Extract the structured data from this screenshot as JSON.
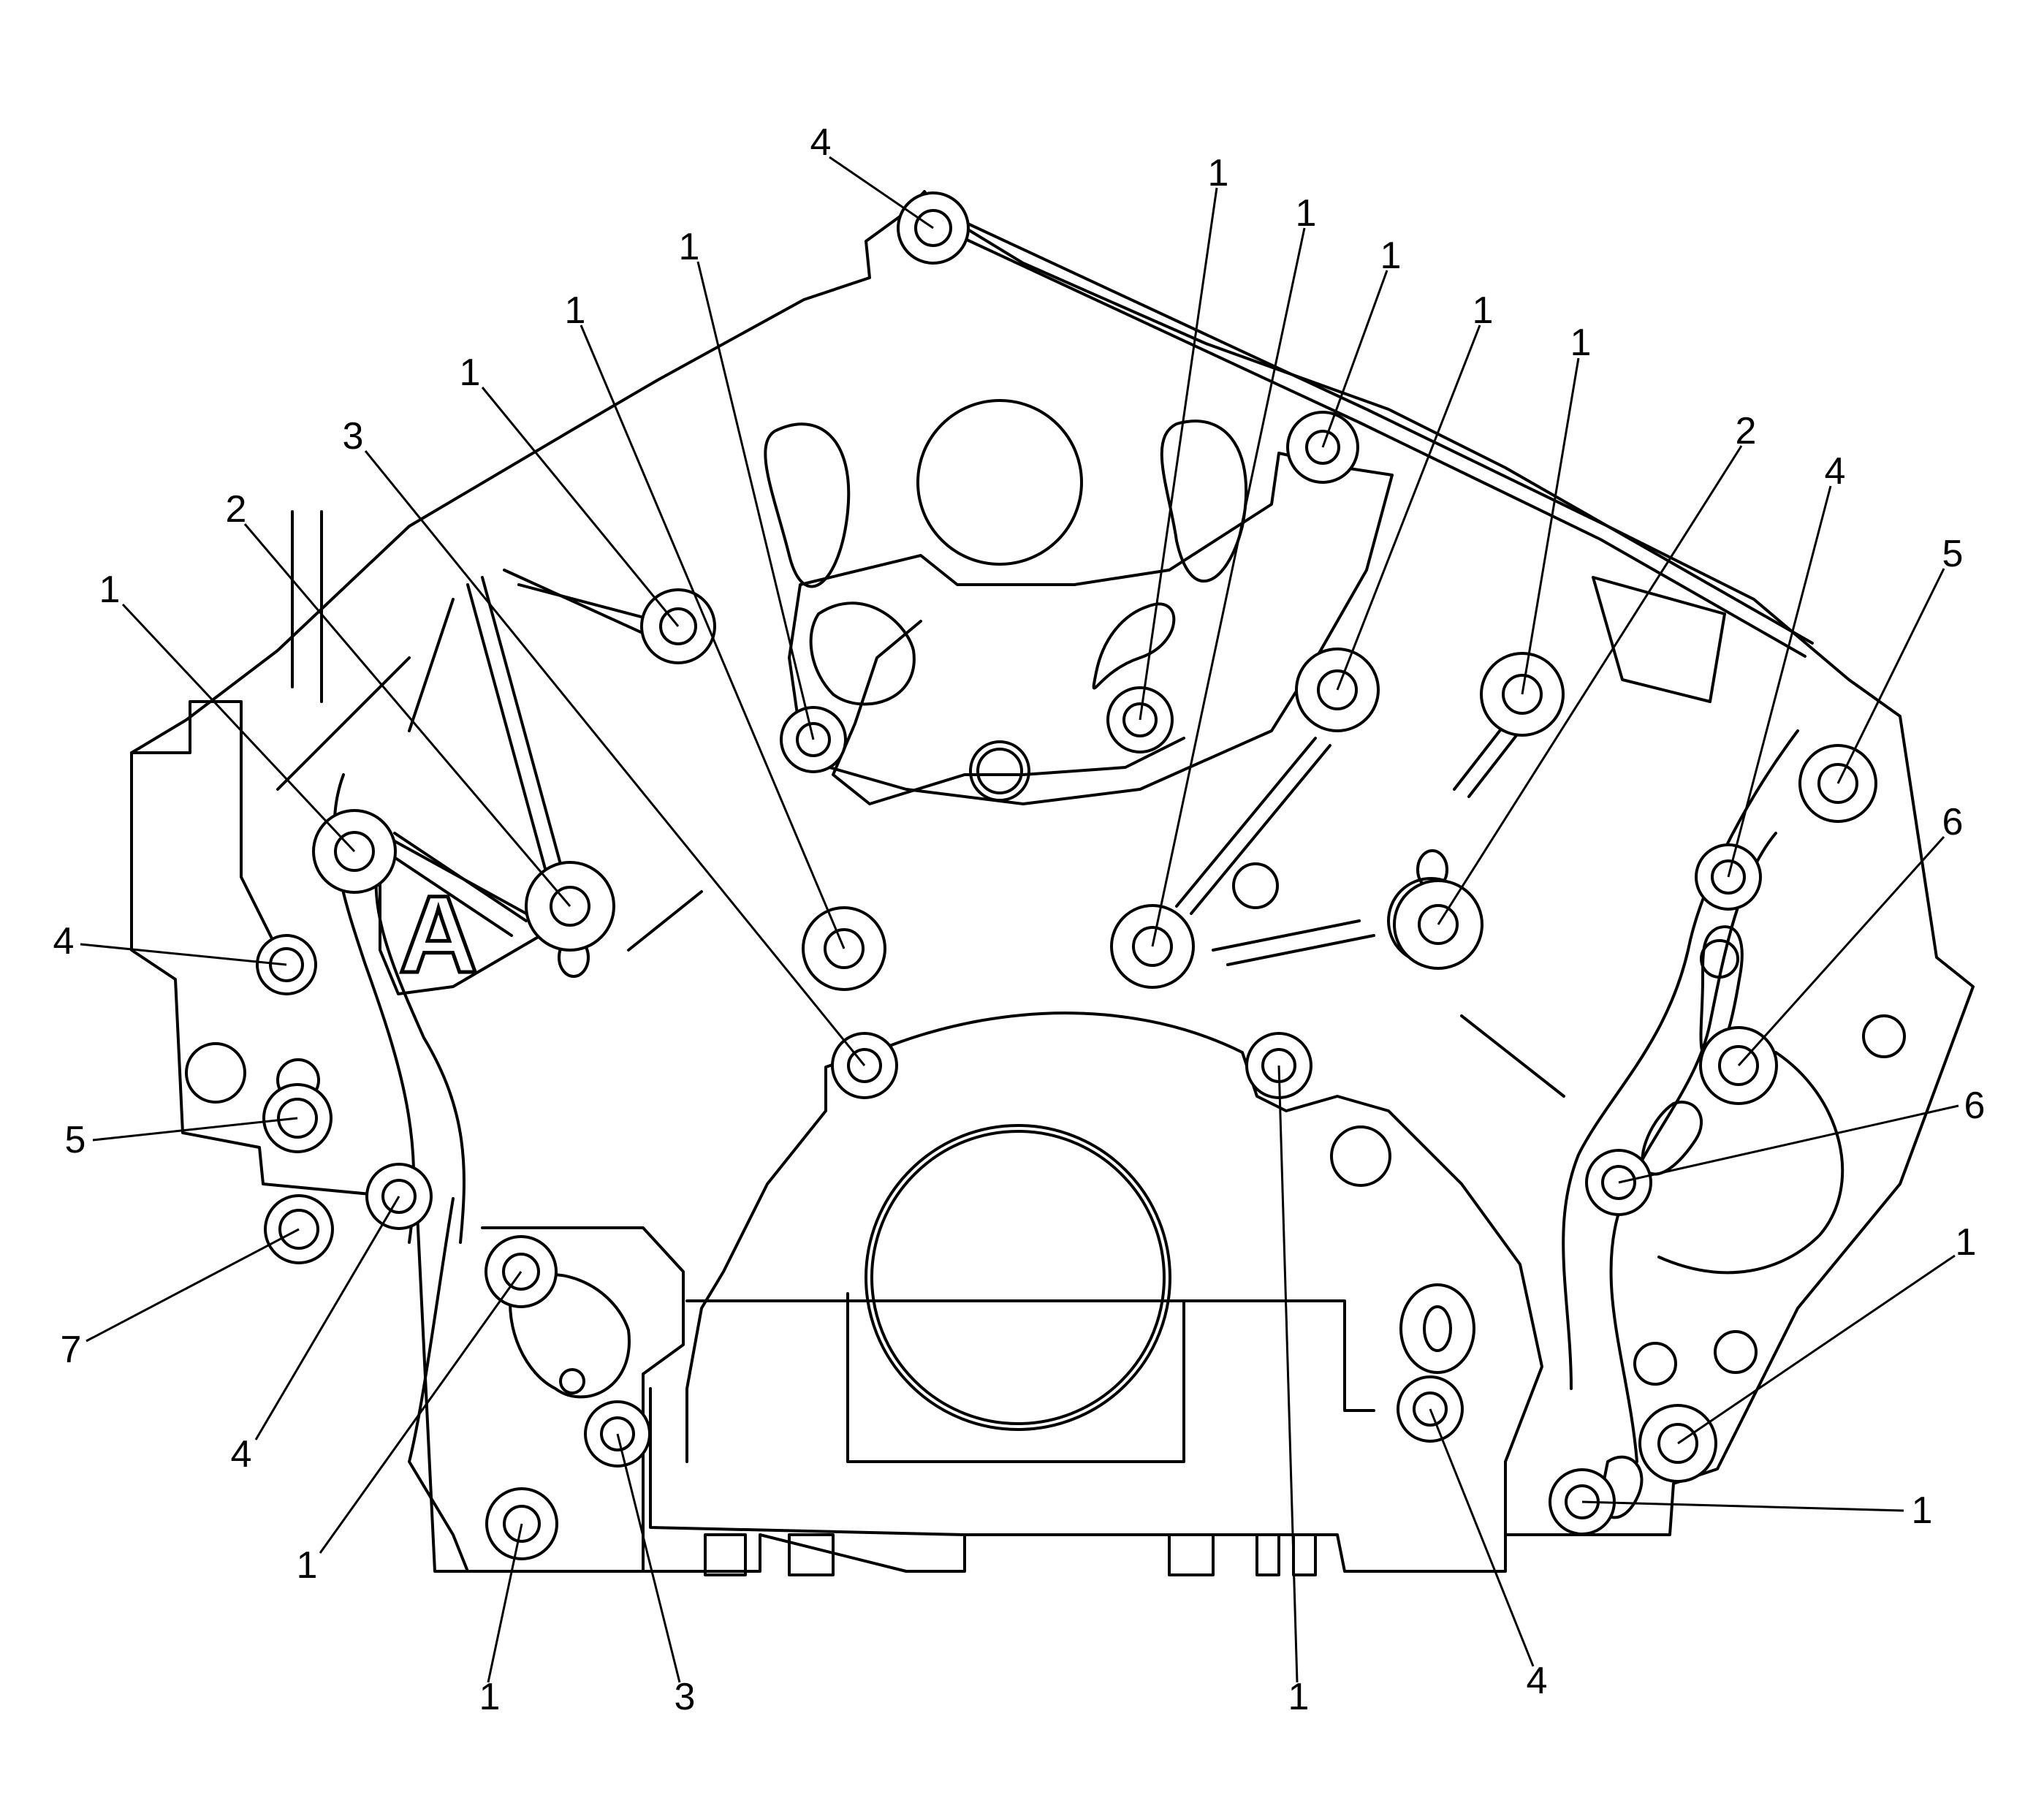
{
  "diagram": {
    "embossed_mark": "A",
    "stroke_color": "#000000",
    "background_color": "#ffffff",
    "callouts": [
      {
        "id": "c01",
        "label": "4"
      },
      {
        "id": "c02",
        "label": "1"
      },
      {
        "id": "c03",
        "label": "1"
      },
      {
        "id": "c04",
        "label": "1"
      },
      {
        "id": "c05",
        "label": "1"
      },
      {
        "id": "c06",
        "label": "1"
      },
      {
        "id": "c07",
        "label": "1"
      },
      {
        "id": "c08",
        "label": "1"
      },
      {
        "id": "c09",
        "label": "3"
      },
      {
        "id": "c10",
        "label": "2"
      },
      {
        "id": "c11",
        "label": "1"
      },
      {
        "id": "c12",
        "label": "2"
      },
      {
        "id": "c13",
        "label": "4"
      },
      {
        "id": "c14",
        "label": "5"
      },
      {
        "id": "c15",
        "label": "6"
      },
      {
        "id": "c16",
        "label": "4"
      },
      {
        "id": "c17",
        "label": "5"
      },
      {
        "id": "c18",
        "label": "7"
      },
      {
        "id": "c19",
        "label": "4"
      },
      {
        "id": "c20",
        "label": "1"
      },
      {
        "id": "c21",
        "label": "1"
      },
      {
        "id": "c22",
        "label": "1"
      },
      {
        "id": "c23",
        "label": "3"
      },
      {
        "id": "c24",
        "label": "1"
      },
      {
        "id": "c25",
        "label": "4"
      },
      {
        "id": "c26",
        "label": "6"
      },
      {
        "id": "c27",
        "label": "1"
      }
    ]
  }
}
